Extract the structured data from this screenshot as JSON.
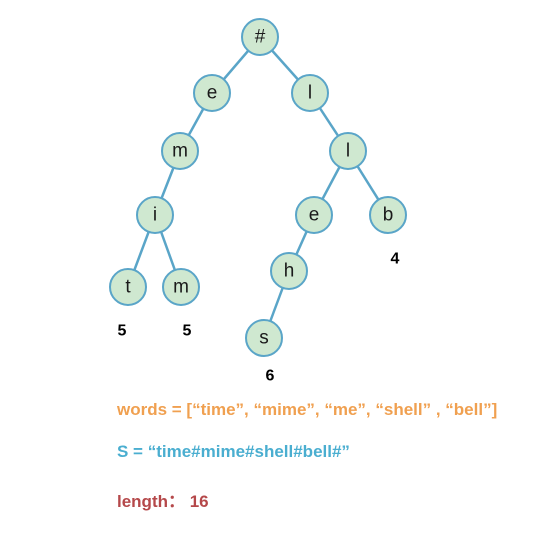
{
  "trie": {
    "nodes": [
      {
        "id": "root",
        "label": "#"
      },
      {
        "id": "n_e1",
        "label": "e"
      },
      {
        "id": "n_l1",
        "label": "l"
      },
      {
        "id": "n_m1",
        "label": "m"
      },
      {
        "id": "n_l2",
        "label": "l"
      },
      {
        "id": "n_i",
        "label": "i"
      },
      {
        "id": "n_e2",
        "label": "e"
      },
      {
        "id": "n_b",
        "label": "b"
      },
      {
        "id": "n_t",
        "label": "t"
      },
      {
        "id": "n_m2",
        "label": "m"
      },
      {
        "id": "n_h",
        "label": "h"
      },
      {
        "id": "n_s",
        "label": "s"
      }
    ],
    "edges": [
      [
        "root",
        "n_e1"
      ],
      [
        "root",
        "n_l1"
      ],
      [
        "n_e1",
        "n_m1"
      ],
      [
        "n_l1",
        "n_l2"
      ],
      [
        "n_m1",
        "n_i"
      ],
      [
        "n_l2",
        "n_e2"
      ],
      [
        "n_l2",
        "n_b"
      ],
      [
        "n_i",
        "n_t"
      ],
      [
        "n_i",
        "n_m2"
      ],
      [
        "n_e2",
        "n_h"
      ],
      [
        "n_h",
        "n_s"
      ]
    ],
    "leaf_counts": [
      {
        "node": "n_t",
        "value": "5"
      },
      {
        "node": "n_m2",
        "value": "5"
      },
      {
        "node": "n_s",
        "value": "6"
      },
      {
        "node": "n_b",
        "value": "4"
      }
    ]
  },
  "info": {
    "words_line": "words = [“time”, “mime”,  “me”, “shell” , “bell”]",
    "s_line": "S = “time#mime#shell#bell#”",
    "length_line": "length：  16"
  }
}
